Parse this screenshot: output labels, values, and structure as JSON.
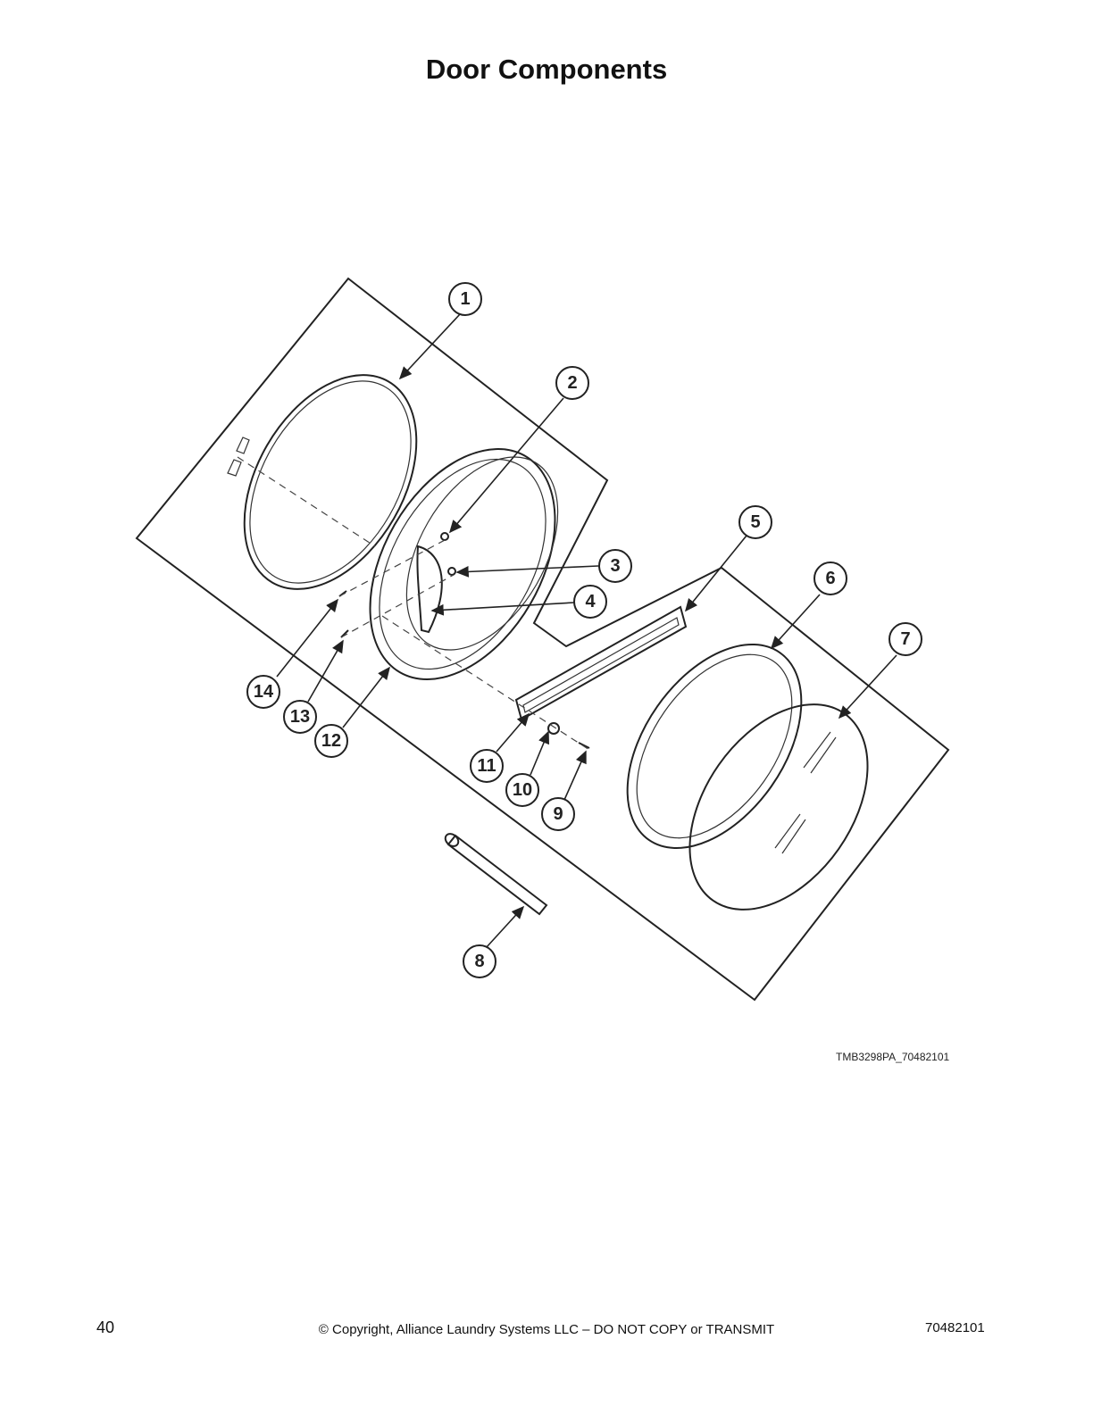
{
  "page_title": "Door Components",
  "figure_code": "TMB3298PA_70482101",
  "callouts": [
    "1",
    "2",
    "3",
    "4",
    "5",
    "6",
    "7",
    "8",
    "9",
    "10",
    "11",
    "12",
    "13",
    "14"
  ],
  "footer": {
    "page_number": "40",
    "copyright": "© Copyright, Alliance Laundry Systems LLC – DO NOT COPY or TRANSMIT",
    "doc_number": "70482101"
  }
}
